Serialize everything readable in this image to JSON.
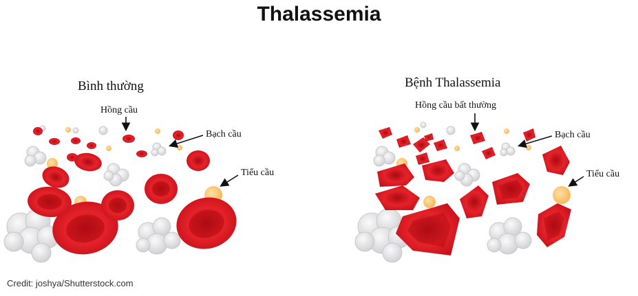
{
  "title": "Thalassemia",
  "normal": {
    "heading": "Bình thường",
    "labels": {
      "red_cell": "Hồng cầu",
      "white_cell": "Bạch cầu",
      "platelet": "Tiểu cầu"
    }
  },
  "disease": {
    "heading": "Bệnh Thalassemia",
    "labels": {
      "abnormal_red_cell": "Hồng cầu bất thường",
      "white_cell": "Bạch cầu",
      "platelet": "Tiểu cầu"
    }
  },
  "credit": "Credit: joshya/Shutterstock.com",
  "colors": {
    "red_cell": "#d4141c",
    "red_cell_center": "#b30c12",
    "white_cell": "#e4e4e6",
    "platelet": "#f7c46c"
  }
}
